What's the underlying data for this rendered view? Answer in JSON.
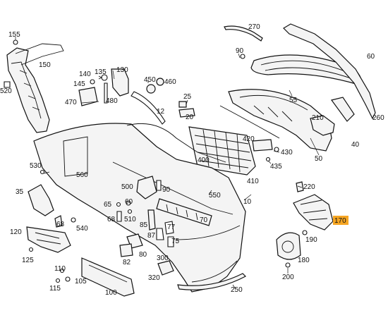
{
  "diagram": {
    "callouts": [
      {
        "id": "155",
        "label": "155"
      },
      {
        "id": "150",
        "label": "150"
      },
      {
        "id": "520",
        "label": "520"
      },
      {
        "id": "140",
        "label": "140"
      },
      {
        "id": "135",
        "label": "135"
      },
      {
        "id": "130",
        "label": "130"
      },
      {
        "id": "145",
        "label": "145"
      },
      {
        "id": "470",
        "label": "470"
      },
      {
        "id": "480",
        "label": "480"
      },
      {
        "id": "450",
        "label": "450"
      },
      {
        "id": "460",
        "label": "460"
      },
      {
        "id": "25",
        "label": "25"
      },
      {
        "id": "12",
        "label": "12"
      },
      {
        "id": "20",
        "label": "20"
      },
      {
        "id": "270",
        "label": "270"
      },
      {
        "id": "90a",
        "label": "90"
      },
      {
        "id": "60",
        "label": "60"
      },
      {
        "id": "55",
        "label": "55"
      },
      {
        "id": "260",
        "label": "260"
      },
      {
        "id": "420",
        "label": "420"
      },
      {
        "id": "430",
        "label": "430"
      },
      {
        "id": "435",
        "label": "435"
      },
      {
        "id": "210",
        "label": "210"
      },
      {
        "id": "40",
        "label": "40"
      },
      {
        "id": "50",
        "label": "50"
      },
      {
        "id": "400",
        "label": "400"
      },
      {
        "id": "410",
        "label": "410"
      },
      {
        "id": "530",
        "label": "530"
      },
      {
        "id": "560",
        "label": "560"
      },
      {
        "id": "220",
        "label": "220"
      },
      {
        "id": "35",
        "label": "35"
      },
      {
        "id": "500",
        "label": "500"
      },
      {
        "id": "90b",
        "label": "90"
      },
      {
        "id": "550",
        "label": "550"
      },
      {
        "id": "10",
        "label": "10"
      },
      {
        "id": "65",
        "label": "65"
      },
      {
        "id": "60b",
        "label": "60"
      },
      {
        "id": "68a",
        "label": "68"
      },
      {
        "id": "540",
        "label": "540"
      },
      {
        "id": "68b",
        "label": "68"
      },
      {
        "id": "510",
        "label": "510"
      },
      {
        "id": "85",
        "label": "85"
      },
      {
        "id": "77",
        "label": "77"
      },
      {
        "id": "70",
        "label": "70"
      },
      {
        "id": "87",
        "label": "87"
      },
      {
        "id": "170",
        "label": "170"
      },
      {
        "id": "120",
        "label": "120"
      },
      {
        "id": "75",
        "label": "75"
      },
      {
        "id": "190",
        "label": "190"
      },
      {
        "id": "80",
        "label": "80"
      },
      {
        "id": "82",
        "label": "82"
      },
      {
        "id": "300",
        "label": "300"
      },
      {
        "id": "180",
        "label": "180"
      },
      {
        "id": "125",
        "label": "125"
      },
      {
        "id": "110",
        "label": "110"
      },
      {
        "id": "105",
        "label": "105"
      },
      {
        "id": "115",
        "label": "115"
      },
      {
        "id": "200",
        "label": "200"
      },
      {
        "id": "320",
        "label": "320"
      },
      {
        "id": "100",
        "label": "100"
      },
      {
        "id": "250",
        "label": "250"
      }
    ],
    "highlighted_callout": "170",
    "colors": {
      "highlight": "#f6a623",
      "line": "#111111",
      "fill": "#f4f4f4"
    }
  }
}
